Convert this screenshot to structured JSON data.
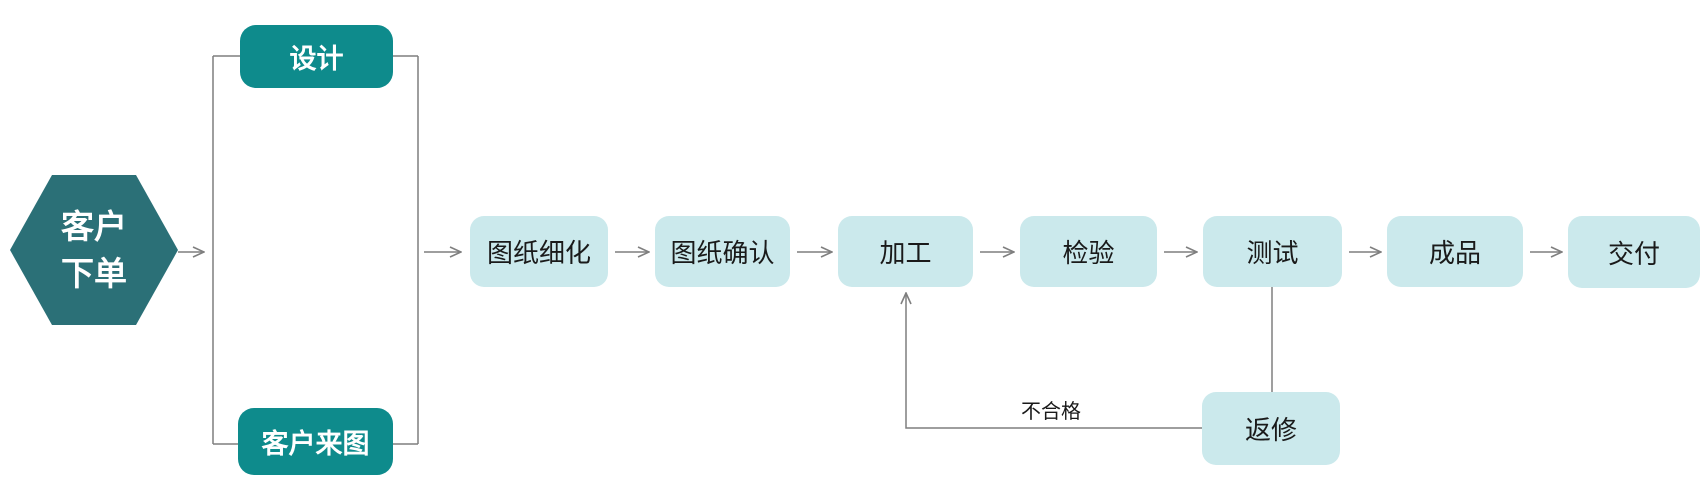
{
  "diagram": {
    "type": "flowchart",
    "background": "#ffffff",
    "start_node": {
      "label": "客户\n下单"
    },
    "branch_nodes": [
      {
        "label": "设计"
      },
      {
        "label": "客户来图"
      }
    ],
    "process_nodes": [
      {
        "label": "图纸细化"
      },
      {
        "label": "图纸确认"
      },
      {
        "label": "加工"
      },
      {
        "label": "检验"
      },
      {
        "label": "测试"
      },
      {
        "label": "成品"
      },
      {
        "label": "交付"
      }
    ],
    "rework_node": {
      "label": "返修"
    },
    "feedback_edge_label": "不合格",
    "colors": {
      "start_node_fill": "#2b7077",
      "branch_node_fill": "#0e8b8c",
      "process_node_fill": "#cbe9ec",
      "node_text_light": "#ffffff",
      "node_text_dark": "#1a1a1a",
      "connector": "#7f7f7f"
    }
  }
}
